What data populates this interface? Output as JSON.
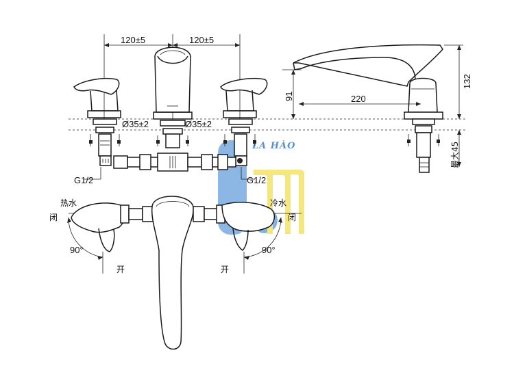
{
  "dimensions": {
    "spacing_left": "120±5",
    "spacing_right": "120±5",
    "hole_left": "Ø35±2",
    "hole_right": "Ø35±2",
    "thread_left": "G1/2",
    "thread_right": "G1/2",
    "spout_height": "91",
    "spout_reach": "220",
    "total_height": "132",
    "max_thickness": "最大45"
  },
  "labels": {
    "hot_water": "热水",
    "cold_water": "冷水",
    "closed_left": "闭",
    "closed_right": "闭",
    "open_left": "开",
    "open_right": "开",
    "angle_left": "90°",
    "angle_right": "90°"
  },
  "watermark": {
    "text": "LA HÀO",
    "colors": {
      "blue": "#3d7cc9",
      "yellow": "#f3e36a"
    }
  }
}
